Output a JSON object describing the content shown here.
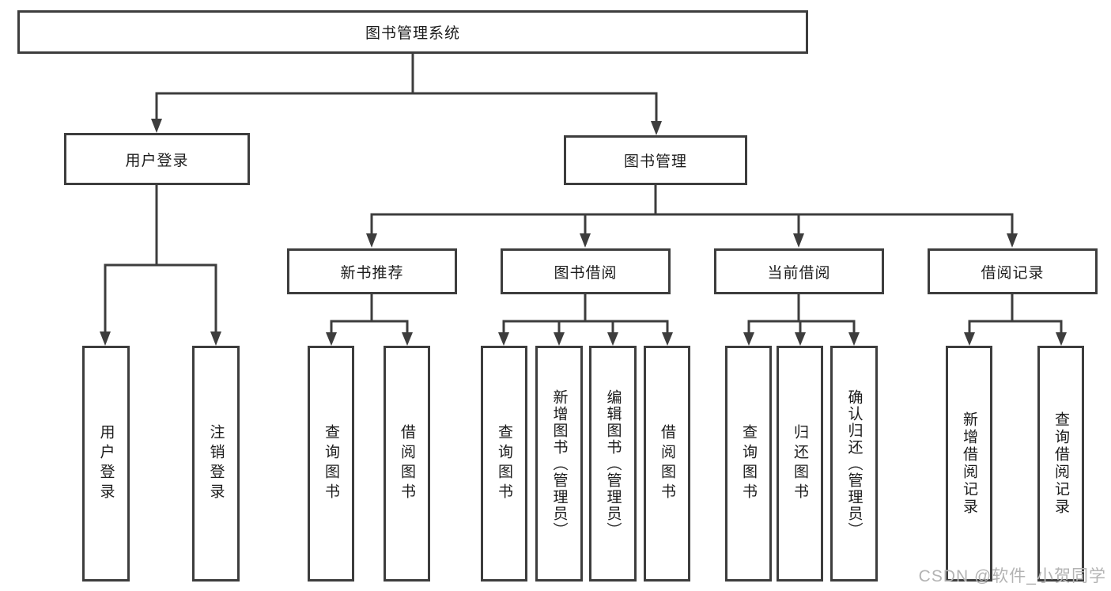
{
  "diagram": {
    "title": "图书管理系统",
    "root": "图书管理系统",
    "user_login_branch": {
      "label": "用户登录",
      "children": [
        "用户登录",
        "注销登录"
      ]
    },
    "book_mgmt_branch": {
      "label": "图书管理",
      "groups": [
        {
          "label": "新书推荐",
          "children": [
            "查询图书",
            "借阅图书"
          ]
        },
        {
          "label": "图书借阅",
          "children": [
            "查询图书",
            "新增图书（管理员）",
            "编辑图书（管理员）",
            "借阅图书"
          ]
        },
        {
          "label": "当前借阅",
          "children": [
            "查询图书",
            "归还图书",
            "确认归还（管理员）"
          ]
        },
        {
          "label": "借阅记录",
          "children": [
            "新增借阅记录",
            "查询借阅记录"
          ]
        }
      ]
    }
  },
  "watermark": "CSDN @软件_小贺同学",
  "colors": {
    "line": "#3d3d3d",
    "box_border": "#3d3d3d",
    "text": "#1c1c1c",
    "watermark": "#b3b3b3",
    "background": "#ffffff"
  }
}
